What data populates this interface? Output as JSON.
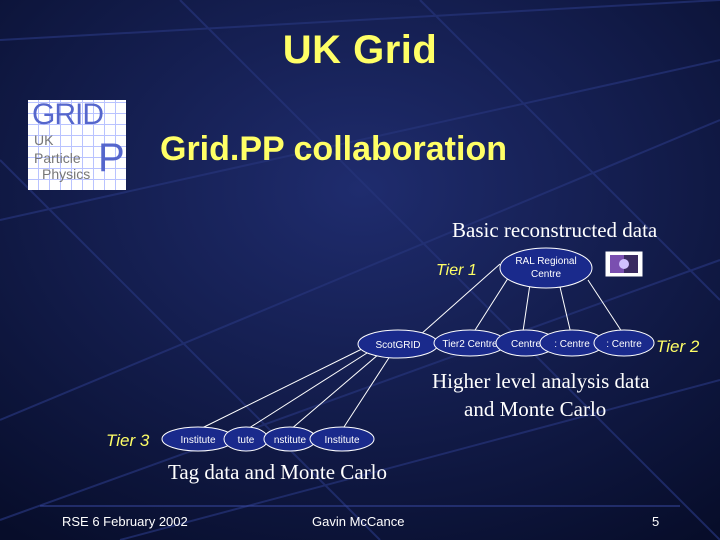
{
  "slide": {
    "title": "UK Grid",
    "subtitle": "Grid.PP collaboration",
    "logo": {
      "grid": "GRID",
      "p": "P",
      "uk": "UK",
      "particle": "Particle",
      "physics": "Physics"
    },
    "basic_data_label": "Basic reconstructed data",
    "higher_level_line1": "Higher level analysis data",
    "higher_level_line2": "and Monte Carlo",
    "tag_data_label": "Tag data and Monte Carlo",
    "tiers": {
      "tier1": "Tier 1",
      "tier2": "Tier 2",
      "tier3": "Tier 3"
    },
    "nodes": {
      "ral_line1": "RAL Regional",
      "ral_line2": "Centre",
      "scotgrid": "ScotGRID",
      "tier2_centre": "Tier2 Centre",
      "centre_b": "Centre",
      "centre_c": ": Centre",
      "centre_d": ": Centre",
      "institute_a": "Institute",
      "institute_b": "tute",
      "institute_c": "nstitute",
      "institute_d": "Institute"
    },
    "footer": {
      "left": "RSE 6 February 2002",
      "center": "Gavin McCance",
      "page": "5"
    }
  },
  "colors": {
    "background": "#0a1233",
    "title": "#ffff66",
    "text": "#ffffff",
    "node_fill": "#1a2a8c"
  }
}
